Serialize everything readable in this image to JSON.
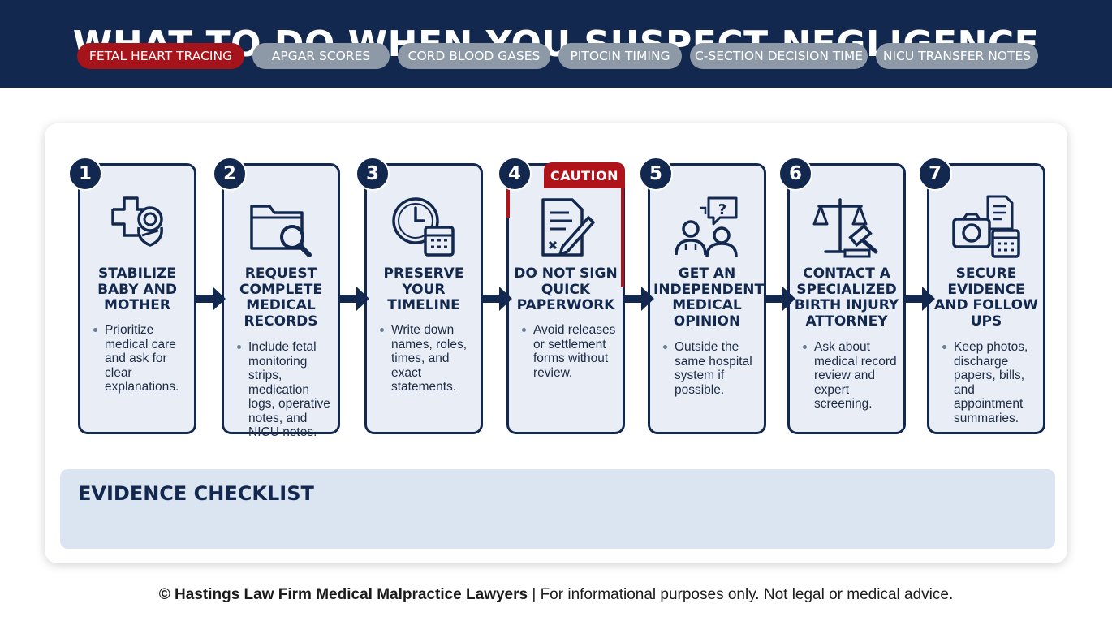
{
  "header": {
    "title": "WHAT TO DO WHEN YOU SUSPECT NEGLIGENCE"
  },
  "steps": [
    {
      "number": "1",
      "title": "STABILIZE BABY AND MOTHER",
      "bullet": "Prioritize medical care and ask for clear explanations.",
      "icon": "medical-cross-baby-icon"
    },
    {
      "number": "2",
      "title": "REQUEST COMPLETE MEDICAL RECORDS",
      "bullet": "Include fetal monitoring strips, medication logs, operative notes, and NICU notes.",
      "icon": "folder-search-icon"
    },
    {
      "number": "3",
      "title": "PRESERVE YOUR TIMELINE",
      "bullet": "Write down names, roles, times, and exact statements.",
      "icon": "clock-calendar-icon"
    },
    {
      "number": "4",
      "title": "DO NOT SIGN QUICK PAPERWORK",
      "bullet": "Avoid releases or settlement forms without review.",
      "icon": "document-pen-icon",
      "badge": "CAUTION"
    },
    {
      "number": "5",
      "title": "GET AN INDEPENDENT MEDICAL OPINION",
      "bullet": "Outside the same hospital system if possible.",
      "icon": "doctor-question-icon"
    },
    {
      "number": "6",
      "title": "CONTACT A SPECIALIZED BIRTH INJURY ATTORNEY",
      "bullet": "Ask about medical record review and expert screening.",
      "icon": "scales-gavel-icon"
    },
    {
      "number": "7",
      "title": "SECURE EVIDENCE AND FOLLOW UPS",
      "bullet": "Keep photos, discharge papers, bills, and appointment summaries.",
      "icon": "camera-documents-icon"
    }
  ],
  "checklist": {
    "title": "EVIDENCE CHECKLIST",
    "items": [
      {
        "label": "FETAL HEART TRACING",
        "highlighted": true
      },
      {
        "label": "APGAR SCORES",
        "highlighted": false
      },
      {
        "label": "CORD BLOOD GASES",
        "highlighted": false
      },
      {
        "label": "PITOCIN TIMING",
        "highlighted": false
      },
      {
        "label": "C-SECTION DECISION TIME",
        "highlighted": false
      },
      {
        "label": "NICU TRANSFER NOTES",
        "highlighted": false
      }
    ]
  },
  "footer": {
    "firm": "© Hastings Law Firm Medical Malpractice Lawyers",
    "disclaimer": " | For informational purposes only. Not legal or medical advice."
  },
  "colors": {
    "navy": "#13284e",
    "card_bg": "#e9eef6",
    "caution_red": "#b0141b",
    "chip_grey": "#8e99a8"
  }
}
